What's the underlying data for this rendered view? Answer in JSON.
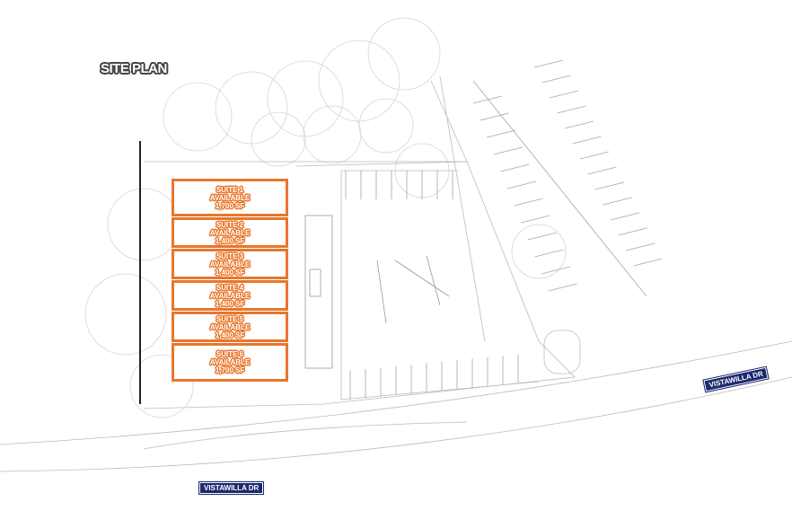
{
  "title": "SITE PLAN",
  "suites": [
    {
      "name": "SUITE 1",
      "status": "AVAILABLE",
      "size": "1,700 SF"
    },
    {
      "name": "SUITE 2",
      "status": "AVAILABLE",
      "size": "1,400 SF"
    },
    {
      "name": "SUITE 3",
      "status": "AVAILABLE",
      "size": "1,400 SF"
    },
    {
      "name": "SUITE 4",
      "status": "AVAILABLE",
      "size": "1,400 SF"
    },
    {
      "name": "SUITE 5",
      "status": "AVAILABLE",
      "size": "1,400 SF"
    },
    {
      "name": "SUITE 6",
      "status": "AVAILABLE",
      "size": "1,700 SF"
    }
  ],
  "streets": {
    "right": "VISTAWILLA DR",
    "bottom": "VISTAWILLA DR"
  },
  "colors": {
    "suite": "#e8762c",
    "street": "#1c2a6e"
  }
}
